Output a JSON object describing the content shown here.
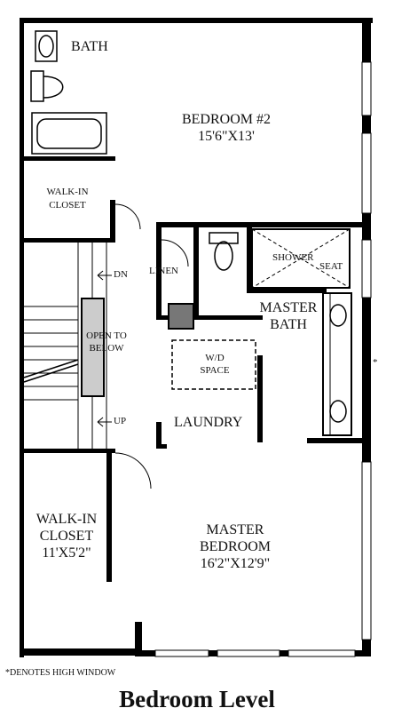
{
  "rooms": {
    "bath": "BATH",
    "bedroom2": {
      "name": "BEDROOM #2",
      "size": "15'6\"X13'"
    },
    "walkin_closet_upper": {
      "line1": "WALK-IN",
      "line2": "CLOSET"
    },
    "linen": "LINEN",
    "shower": "SHOWER",
    "seat": "SEAT",
    "master_bath": {
      "line1": "MASTER",
      "line2": "BATH"
    },
    "open_to_below": {
      "line1": "OPEN TO",
      "line2": "BELOW"
    },
    "wd_space": {
      "line1": "W/D",
      "line2": "SPACE"
    },
    "laundry": "LAUNDRY",
    "walkin_closet_lower": {
      "line1": "WALK-IN",
      "line2": "CLOSET",
      "size": "11'X5'2\""
    },
    "master_bedroom": {
      "line1": "MASTER",
      "line2": "BEDROOM",
      "size": "16'2\"X12'9\""
    }
  },
  "stairs": {
    "down": "DN",
    "up": "UP"
  },
  "high_window_marker": "*",
  "footnote": "*DENOTES HIGH WINDOW",
  "title": "Bedroom Level"
}
